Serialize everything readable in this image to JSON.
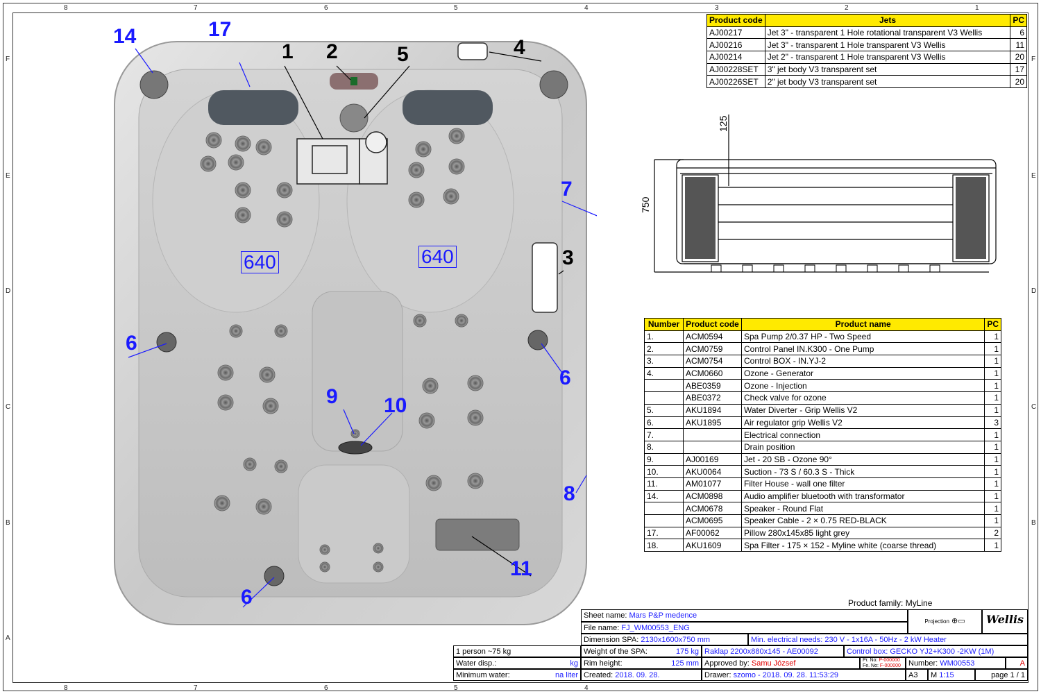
{
  "zones_top": [
    "8",
    "7",
    "6",
    "5",
    "4",
    "3",
    "2",
    "1"
  ],
  "zones_side": [
    "F",
    "E",
    "D",
    "C",
    "B",
    "A"
  ],
  "jets_table": {
    "headers": [
      "Product code",
      "Jets",
      "PC"
    ],
    "rows": [
      [
        "AJ00217",
        "Jet 3\" - transparent 1 Hole rotational transparent V3 Wellis",
        "6"
      ],
      [
        "AJ00216",
        "Jet 3\" - transparent 1 Hole transparent V3 Wellis",
        "11"
      ],
      [
        "AJ00214",
        "Jet 2\" - transparent 1 Hole transparent V3 Wellis",
        "20"
      ],
      [
        "AJ00228SET",
        "3\" jet body V3 transparent set",
        "17"
      ],
      [
        "AJ00226SET",
        "2\" jet body V3 transparent set",
        "20"
      ]
    ]
  },
  "parts_table": {
    "headers": [
      "Number",
      "Product code",
      "Product name",
      "PC"
    ],
    "rows": [
      [
        "1.",
        "ACM0594",
        "Spa Pump 2/0.37 HP - Two Speed",
        "1"
      ],
      [
        "2.",
        "ACM0759",
        "Control Panel IN.K300  - One Pump",
        "1"
      ],
      [
        "3.",
        "ACM0754",
        "Control BOX - IN.YJ-2",
        "1"
      ],
      [
        "4.",
        "ACM0660",
        "Ozone - Generator",
        "1"
      ],
      [
        "",
        "ABE0359",
        "Ozone - Injection",
        "1"
      ],
      [
        "",
        "ABE0372",
        "Check valve for ozone",
        "1"
      ],
      [
        "5.",
        "AKU1894",
        "Water Diverter - Grip Wellis V2",
        "1"
      ],
      [
        "6.",
        "AKU1895",
        "Air regulator grip Wellis V2",
        "3"
      ],
      [
        "7.",
        "",
        "Electrical connection",
        "1"
      ],
      [
        "8.",
        "",
        "Drain position",
        "1"
      ],
      [
        "9.",
        "AJ00169",
        "Jet - 20 SB - Ozone  90°",
        "1"
      ],
      [
        "10.",
        "AKU0064",
        "Suction - 73 S / 60.3 S - Thick",
        "1"
      ],
      [
        "11.",
        "AM01077",
        "Filter House - wall one filter",
        "1"
      ],
      [
        "14.",
        "ACM0898",
        "Audio amplifier bluetooth with transformator",
        "1"
      ],
      [
        "",
        "ACM0678",
        "Speaker - Round Flat",
        "1"
      ],
      [
        "",
        "ACM0695",
        "Speaker Cable - 2 × 0.75 RED-BLACK",
        "1"
      ],
      [
        "17.",
        "AF00062",
        "Pillow 280x145x85 light grey",
        "2"
      ],
      [
        "18.",
        "AKU1609",
        "Spa Filter - 175 × 152 - Myline white (coarse thread)",
        "1"
      ]
    ]
  },
  "callouts": {
    "c1": "1",
    "c2": "2",
    "c3": "3",
    "c4": "4",
    "c5": "5",
    "c6a": "6",
    "c6b": "6",
    "c6c": "6",
    "c7": "7",
    "c8": "8",
    "c9": "9",
    "c10": "10",
    "c11": "11",
    "c14": "14",
    "c17": "17",
    "seat_left": "640",
    "seat_right": "640"
  },
  "side_view": {
    "dim_height": "750",
    "dim_rim": "125"
  },
  "title_block": {
    "product_family": "Product family:  MyLine",
    "sheet_name_label": "Sheet name:",
    "sheet_name": "Mars P&P medence",
    "file_name_label": "File name:",
    "file_name": "FJ_WM00553_ENG",
    "dimension_label": "Dimension SPA:",
    "dimension": "2130x1600x750 mm",
    "min_electrical": "Min. electrical needs: 230 V - 1x16A - 50Hz - 2 kW Heater",
    "persons": "1 person ~75 kg",
    "weight_label": "Weight of the SPA:",
    "weight": "175 kg",
    "raklap": "Raklap 2200x880x145 - AE00092",
    "control_box_label": "Control box:",
    "control_box": "GECKO YJ2+K300 -2KW (1M)",
    "water_disp_label": "Water disp.:",
    "water_disp": "kg",
    "rim_height_label": "Rim height:",
    "rim_height": "125 mm",
    "approved_label": "Approved by:",
    "approved": "Samu József",
    "pr_no_label": "Pr. No:",
    "pr_no": "P-000000",
    "fe_no_label": "Fe. No:",
    "fe_no": "F-000000",
    "number_label": "Number:",
    "number": "WM00553",
    "revision": "A",
    "min_water_label": "Minimum water:",
    "min_water": "na liter",
    "created_label": "Created:",
    "created": "2018. 09. 28.",
    "drawer_label": "Drawer:",
    "drawer": "szomo - 2018. 09. 28. 11:53:29",
    "paper": "A3",
    "scale_label": "M",
    "scale": "1:15",
    "page": "page 1 / 1",
    "projection": "Projection",
    "brand": "Wellis"
  },
  "colors": {
    "highlight": "#ffea00",
    "annotation_blue": "#1a1aff",
    "red": "#e00000"
  }
}
